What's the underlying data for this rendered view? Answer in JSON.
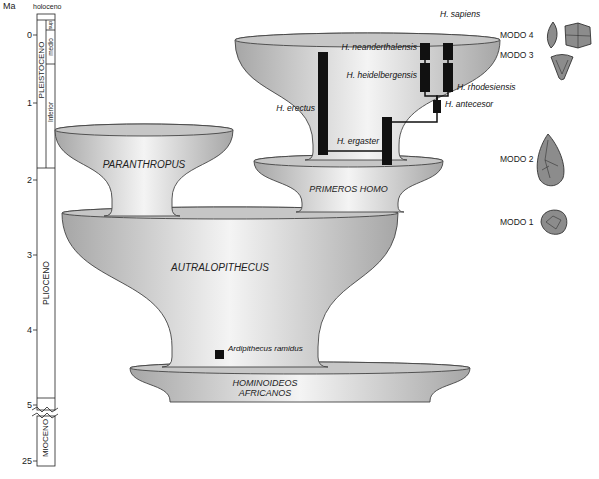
{
  "diagram": {
    "nodes": [
      {
        "text": [
          "H. neanderthalensis"
        ]
      },
      {
        "text": [
          "H. sapiens"
        ]
      },
      {
        "text": [
          "H. heidelbergensis"
        ]
      },
      {
        "text": [
          "H. rhodesiensis"
        ]
      },
      {
        "text": [
          "H. erectus"
        ]
      },
      {
        "text": [
          "H. antecesor"
        ]
      },
      {
        "text": [
          "H. ergaster"
        ]
      },
      {
        "text": [
          "PARANTHROPUS"
        ]
      },
      {
        "text": [
          "PRIMEROS HOMO"
        ]
      },
      {
        "text": [
          "AUTRALOPITHECUS"
        ]
      },
      {
        "text": [
          "Ardipithecus ramidus"
        ],
        "in": 9
      },
      {
        "text": [
          "HOMINOIDEOS AFRICANOS"
        ]
      }
    ],
    "edges": [
      {
        "from": 6,
        "to": 4,
        "arrow": "none"
      },
      {
        "from": 6,
        "to": 5,
        "arrow": "none"
      },
      {
        "from": 5,
        "to": 2,
        "arrow": "none"
      },
      {
        "from": 5,
        "to": 3,
        "arrow": "none"
      },
      {
        "from": 2,
        "to": 0,
        "arrow": "none"
      },
      {
        "from": 3,
        "to": 1,
        "arrow": "none"
      }
    ],
    "labels": [
      "Ma",
      "holoceno",
      "sup",
      "medio",
      "Inferior",
      "PLEISTOCENO",
      "PLIOCENO",
      "MIOCENO",
      "0",
      "1",
      "2",
      "3",
      "4",
      "5",
      "25",
      "MODO 4",
      "MODO 3",
      "MODO 2",
      "MODO 1"
    ]
  }
}
